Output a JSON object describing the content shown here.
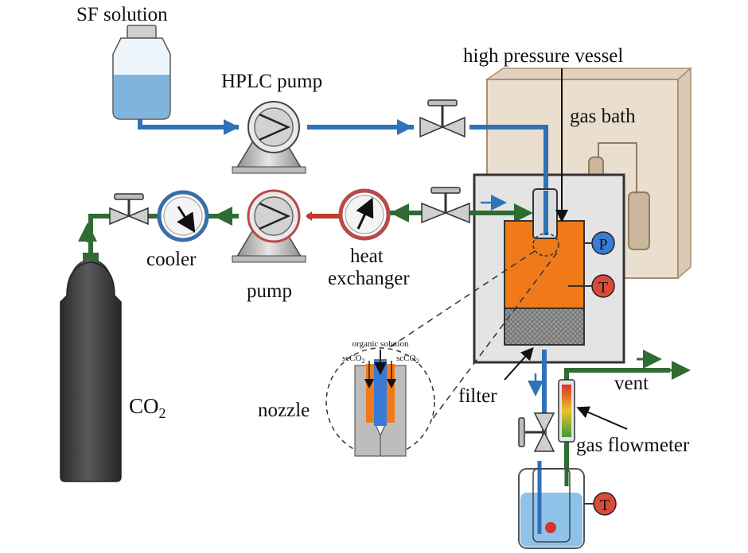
{
  "labels": {
    "sf_solution": "SF solution",
    "hplc_pump": "HPLC pump",
    "high_pressure_vessel": "high pressure vessel",
    "gas_bath": "gas bath",
    "cooler": "cooler",
    "pump": "pump",
    "heat": "heat",
    "exchanger": "exchanger",
    "co2_base": "CO",
    "co2_sub": "2",
    "nozzle": "nozzle",
    "filter": "filter",
    "vent": "vent",
    "gas_flowmeter": "gas flowmeter",
    "pressure_symbol": "P",
    "temp_symbol": "T",
    "temp_symbol_bottom": "T"
  },
  "nozzle_detail": {
    "organic_solution": "organic solution",
    "scco2_left_base": "scCO",
    "scco2_left_sub": "2",
    "scco2_right_base": "scCO",
    "scco2_right_sub": "2"
  },
  "colors": {
    "blue_line": "#2f72b7",
    "green_line": "#2f6b33",
    "red_line": "#c0392b",
    "vessel_orange": "#f07a1a",
    "gas_bath": "#d9c3a5",
    "cylinder": "#3d3d3d"
  }
}
